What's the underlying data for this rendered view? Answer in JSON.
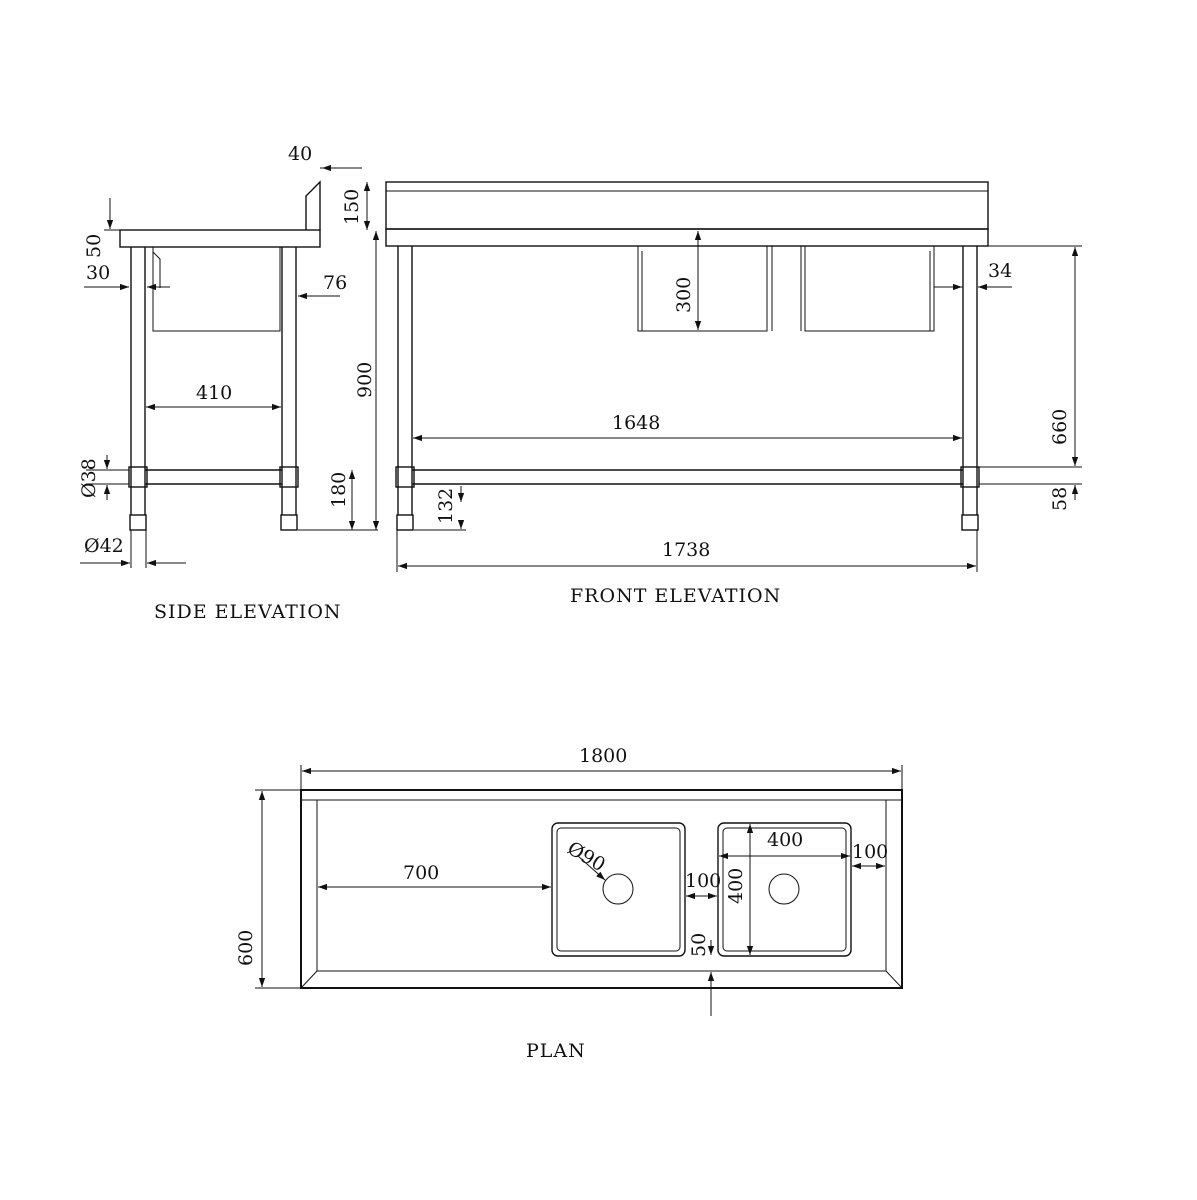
{
  "colors": {
    "line": "#111111",
    "background": "#ffffff"
  },
  "captions": {
    "side": "SIDE ELEVATION",
    "front": "FRONT ELEVATION",
    "plan": "PLAN"
  },
  "side": {
    "splash_thickness": "40",
    "splash_height": "150",
    "top_thickness": "50",
    "apron_offset": "30",
    "leg_inset": "76",
    "leg_spacing": "410",
    "height": "900",
    "rail_dia": "Ø38",
    "rail_height": "180",
    "leg_dia": "Ø42"
  },
  "front": {
    "bowl_depth": "300",
    "end_offset": "34",
    "underside_height": "660",
    "inner_span": "1648",
    "rail_height": "132",
    "rail_offset": "58",
    "overall_length": "1738"
  },
  "plan": {
    "length": "1800",
    "depth": "600",
    "left_offset": "700",
    "waste_dia": "Ø90",
    "bowl_gap": "100",
    "bowl_width": "400",
    "bowl_depth": "400",
    "end_margin": "100",
    "front_margin": "50"
  }
}
